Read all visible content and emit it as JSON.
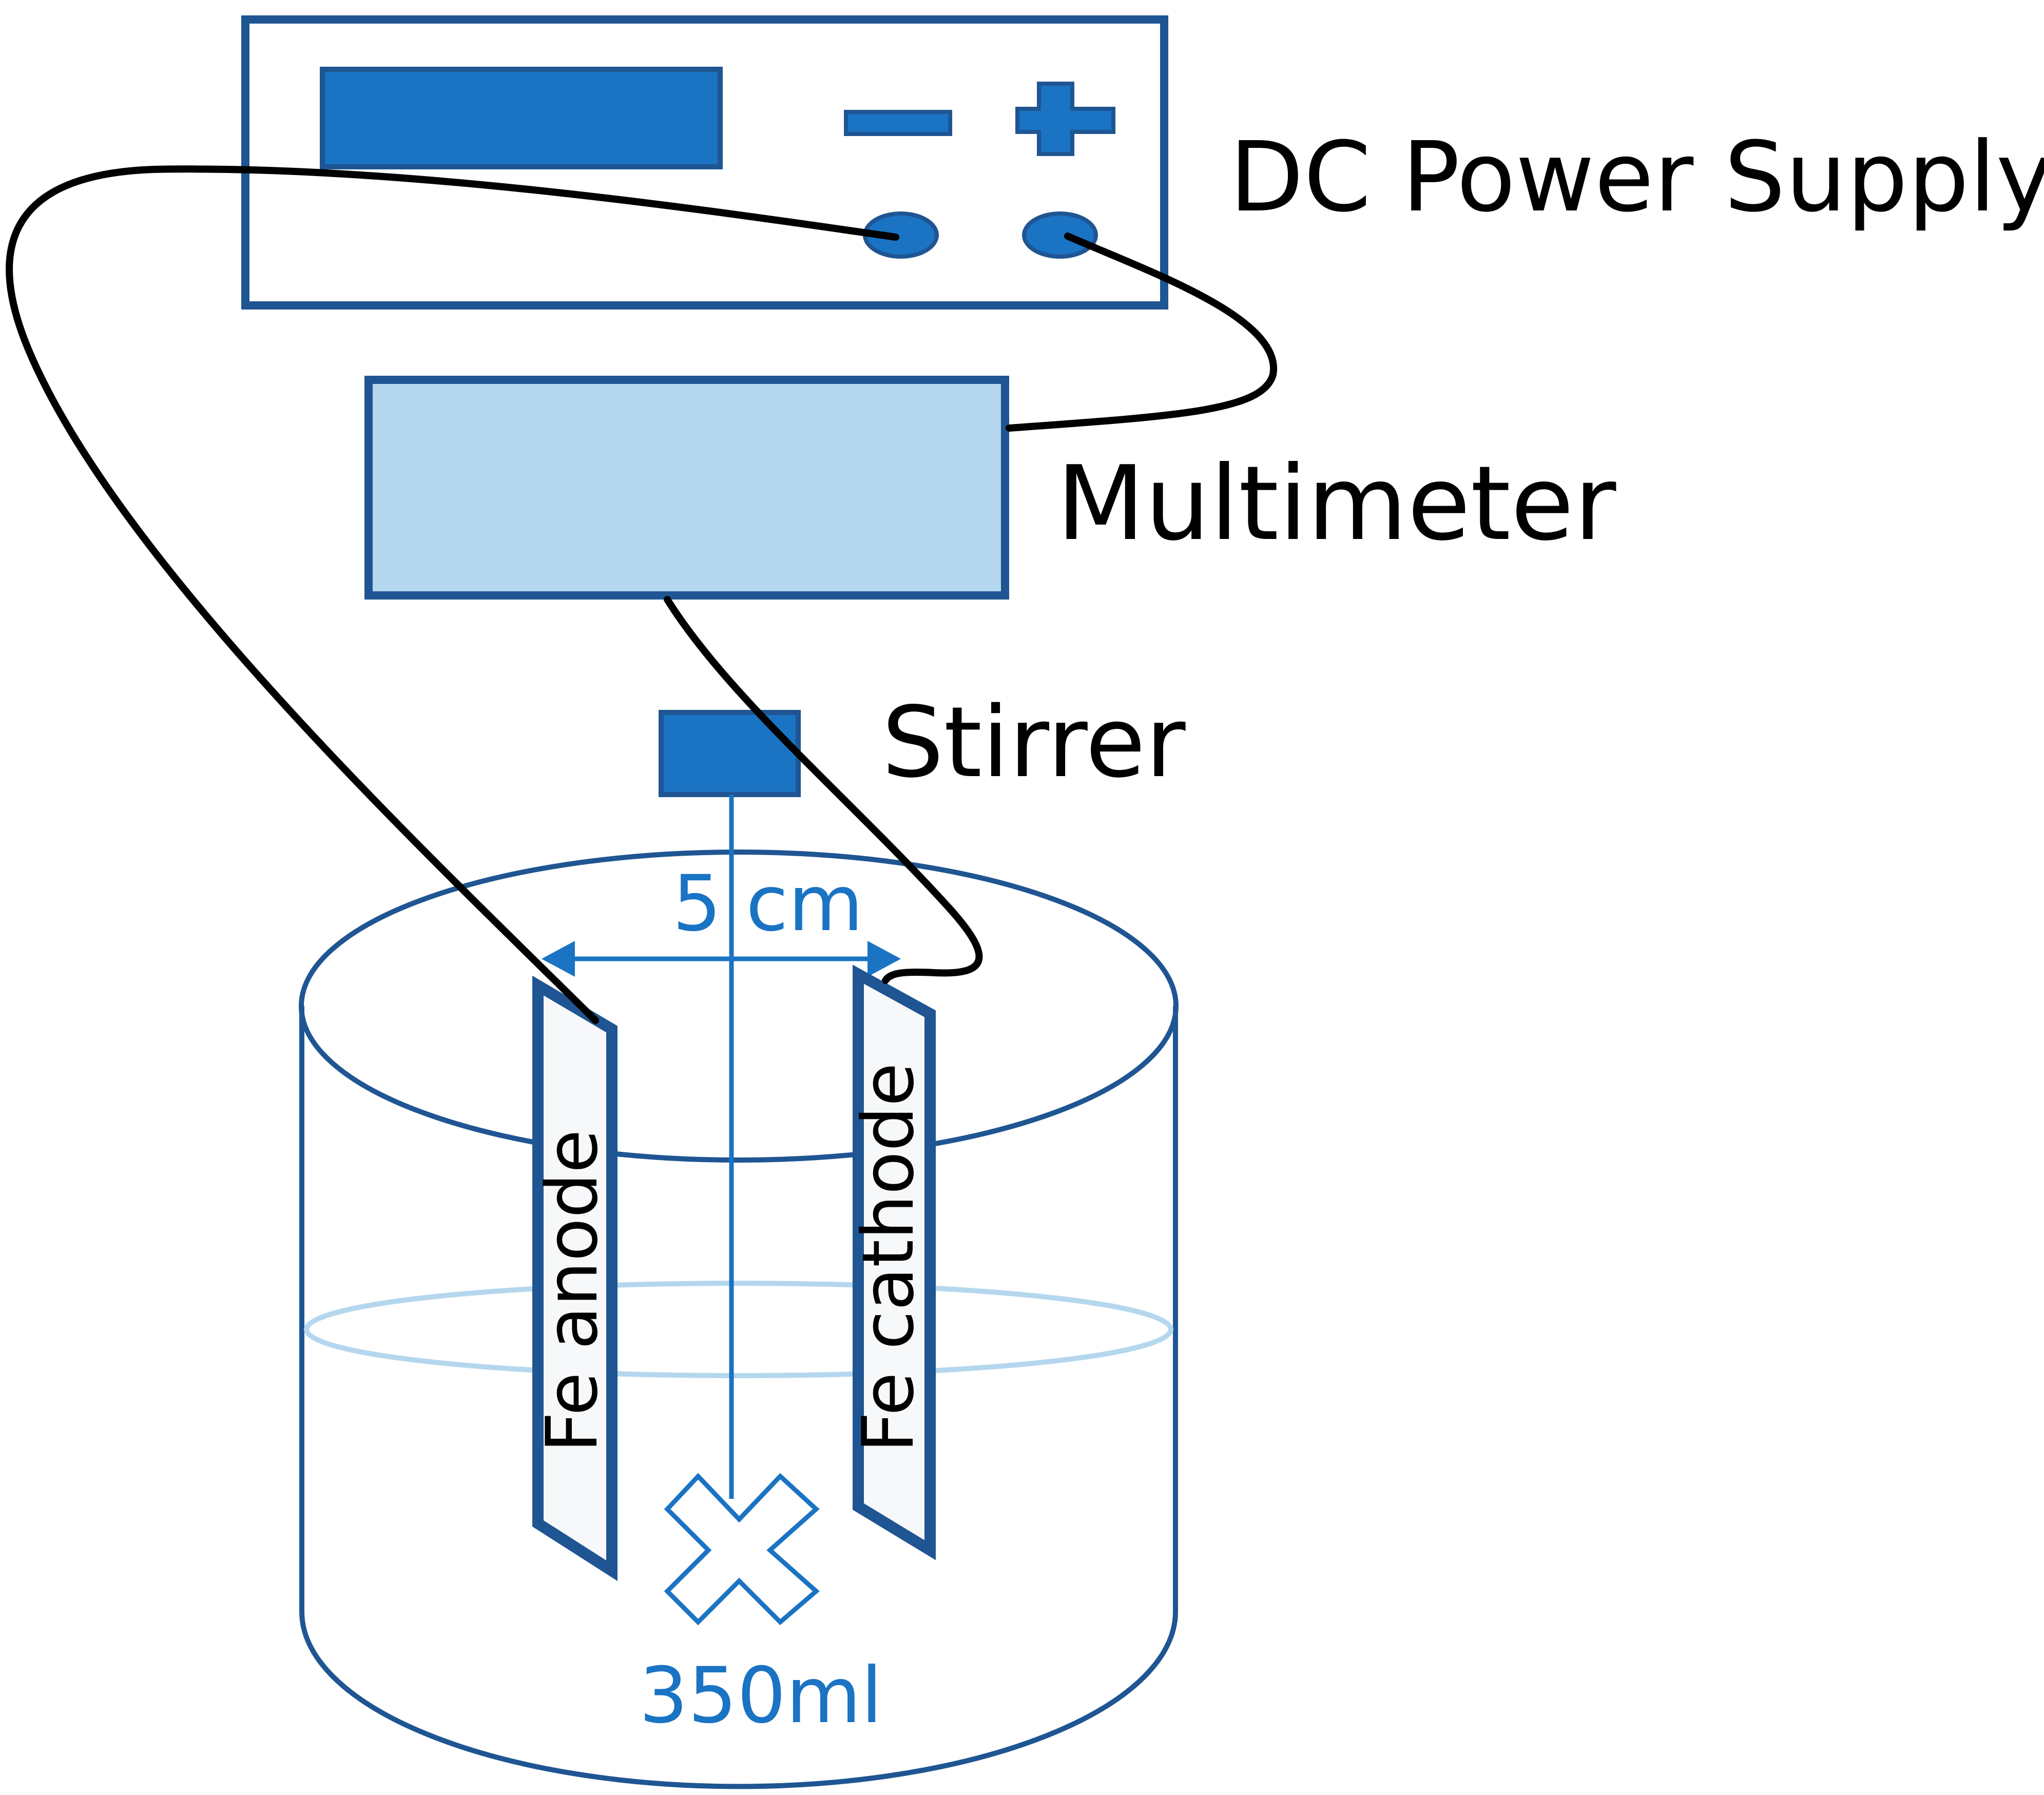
{
  "labels": {
    "power_supply": "DC Power Supply",
    "minus_sign": "−",
    "multimeter": "Multimeter",
    "stirrer": "Stirrer",
    "distance": "5 cm",
    "volume": "350ml",
    "anode": "Fe anode",
    "cathode": "Fe cathode"
  },
  "colors": {
    "outline_dark_blue": "#1f5592",
    "fill_blue": "#1a73c3",
    "multimeter_fill": "#b5d7ee",
    "water_line": "#b5d7ee",
    "electrode_fill": "#f7f8fa",
    "wire": "#000000",
    "beaker_outline": "#1f5592",
    "dimension_blue": "#1a73c3"
  }
}
